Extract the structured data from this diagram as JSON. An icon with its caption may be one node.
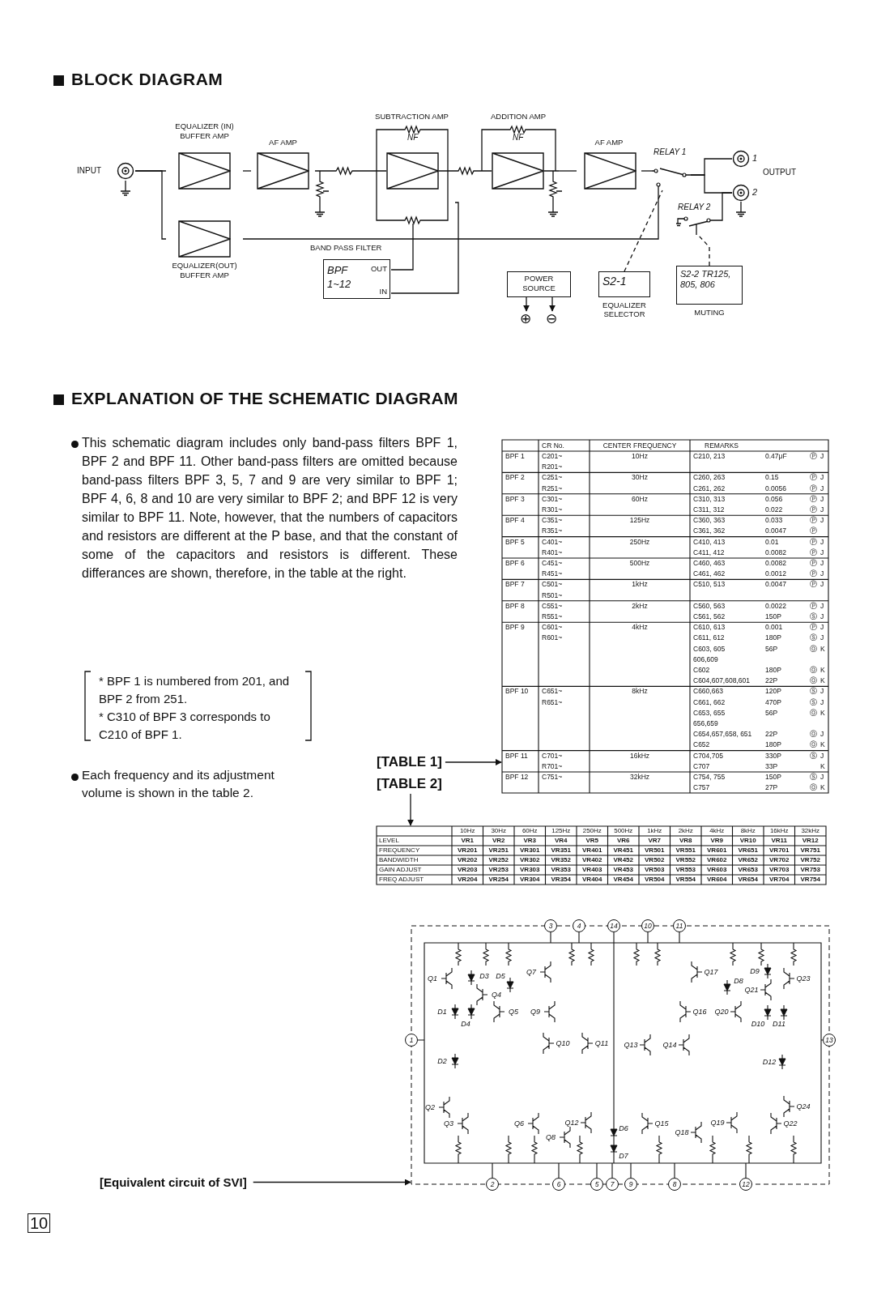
{
  "diagram": {
    "title": "BLOCK DIAGRAM",
    "nodes": [
      {
        "text": [],
        "shape": "circle",
        "beside": [
          "INPUT"
        ]
      },
      {
        "text": [
          "EQUALIZER (IN) BUFFER AMP"
        ]
      },
      {
        "text": [
          "AF AMP"
        ]
      },
      {
        "text": [
          "SUBTRACTION AMP"
        ]
      },
      {
        "text": [
          "ADDITION AMP"
        ]
      },
      {
        "text": [
          "AF AMP"
        ]
      },
      {
        "text": [
          "RELAY 1"
        ]
      },
      {
        "text": [],
        "shape": "circle",
        "beside": [
          "1"
        ]
      },
      {
        "text": [],
        "shape": "circle",
        "beside": [
          "2"
        ]
      },
      {
        "text": [
          "RELAY 2"
        ]
      },
      {
        "text": [
          "EQUALIZER(OUT) BUFFER AMP"
        ]
      },
      {
        "text": [
          "BAND PASS FILTER",
          "BPF 1~12",
          "OUT",
          "IN"
        ]
      },
      {
        "text": [
          "POWER SOURCE"
        ]
      },
      {
        "text": [
          "S2-1"
        ],
        "beside": [
          "EQUALIZER SELECTOR"
        ]
      },
      {
        "text": [
          "S2-2 TR125, 805, 806"
        ],
        "beside": [
          "MUTING"
        ]
      },
      {
        "text": [
          "[TABLE 1]"
        ]
      },
      {
        "text": [
          "[TABLE 2]"
        ]
      },
      {
        "text": [
          "3"
        ]
      },
      {
        "text": [
          "4"
        ]
      },
      {
        "text": [
          "14"
        ]
      },
      {
        "text": [
          "10"
        ]
      },
      {
        "text": [
          "11"
        ]
      },
      {
        "text": [
          "1"
        ]
      },
      {
        "text": [
          "13"
        ]
      },
      {
        "text": [
          "2"
        ]
      },
      {
        "text": [
          "6"
        ]
      },
      {
        "text": [
          "5"
        ]
      },
      {
        "text": [
          "7"
        ]
      },
      {
        "text": [
          "9"
        ]
      },
      {
        "text": [
          "8"
        ]
      },
      {
        "text": [
          "12"
        ]
      },
      {
        "text": [
          "[Equivalent circuit of SVI]"
        ]
      },
      {
        "text": [
          "⊕"
        ]
      },
      {
        "text": [
          "⊖"
        ]
      },
      {
        "text": [],
        "shape": "box"
      },
      {
        "text": [],
        "shape": "box"
      },
      {
        "text": [],
        "shape": "picture"
      }
    ],
    "edges": [
      {
        "from": 0,
        "to": 1,
        "arrow": "none"
      },
      {
        "from": 0,
        "to": 10,
        "arrow": "none"
      },
      {
        "from": 1,
        "to": 2,
        "arrow": "none"
      },
      {
        "from": 2,
        "to": 3,
        "arrow": "none"
      },
      {
        "from": 3,
        "to": 4,
        "arrow": "none"
      },
      {
        "from": 4,
        "to": 5,
        "arrow": "none"
      },
      {
        "from": 5,
        "to": 6,
        "arrow": "none"
      },
      {
        "from": 6,
        "to": 7,
        "arrow": "none"
      },
      {
        "from": 6,
        "to": 8,
        "arrow": "none"
      },
      {
        "from": 10,
        "to": 6,
        "arrow": "none"
      },
      {
        "from": 9,
        "to": 8,
        "arrow": "none"
      },
      {
        "from": 3,
        "to": 11,
        "arrow": "none"
      },
      {
        "from": 11,
        "to": 3,
        "arrow": "none"
      },
      {
        "from": 13,
        "to": 6,
        "arrow": "none",
        "style": "dashed"
      },
      {
        "from": 14,
        "to": 9,
        "arrow": "none",
        "style": "dashed"
      },
      {
        "from": 12,
        "to": 32,
        "arrow": "to"
      },
      {
        "from": 12,
        "to": 33,
        "arrow": "to"
      },
      {
        "from": 15,
        "to": 34,
        "arrow": "to"
      },
      {
        "from": 16,
        "to": 35,
        "arrow": "to"
      },
      {
        "from": 31,
        "to": 36,
        "arrow": "to"
      }
    ],
    "labels": [
      "NF",
      "NF",
      "OUTPUT",
      "EXPLANATION OF THE SCHEMATIC DIAGRAM",
      "This schematic diagram includes only band-pass filters BPF 1, BPF 2 and BPF 11. Other band-pass filters are omitted because band-pass filters BPF 3, 5, 7 and 9 are very similar to BPF 1; BPF 4, 6, 8 and 10 are very similar to BPF 2; and BPF 12 is very similar to BPF 11. Note, however, that the numbers of capacitors and resistors are different at the P base, and that the constant of some of the capacitors and resistors is different. These differances are shown, therefore, in the table at the right.",
      "* BPF 1 is numbered from 201, and BPF 2 from 251.",
      "* C310 of BPF 3 corresponds to C210 of BPF 1.",
      "Each frequency and its adjustment volume is shown in the table 2.",
      "CR No.",
      "CENTER FREQUENCY",
      "REMARKS",
      "BPF 1",
      "C201~",
      "R201~",
      "10Hz",
      "C210, 213",
      "0.47μF",
      "Ⓟ",
      "J",
      "BPF 2",
      "C251~",
      "R251~",
      "30Hz",
      "C260, 263",
      "0.15",
      "Ⓟ",
      "J",
      "C261, 262",
      "0.0056",
      "Ⓟ",
      "J",
      "BPF 3",
      "C301~",
      "R301~",
      "60Hz",
      "C310, 313",
      "0.056",
      "Ⓟ",
      "J",
      "C311, 312",
      "0.022",
      "Ⓟ",
      "J",
      "BPF 4",
      "C351~",
      "R351~",
      "125Hz",
      "C360, 363",
      "0.033",
      "Ⓟ",
      "J",
      "C361, 362",
      "0.0047",
      "Ⓟ",
      "BPF 5",
      "C401~",
      "R401~",
      "250Hz",
      "C410, 413",
      "0.01",
      "Ⓟ",
      "J",
      "C411, 412",
      "0.0082",
      "Ⓟ",
      "J",
      "BPF 6",
      "C451~",
      "R451~",
      "500Hz",
      "C460, 463",
      "0.0082",
      "Ⓟ",
      "J",
      "C461, 462",
      "0.0012",
      "Ⓟ",
      "J",
      "BPF 7",
      "C501~",
      "R501~",
      "1kHz",
      "C510, 513",
      "0.0047",
      "Ⓟ",
      "J",
      "BPF 8",
      "C551~",
      "R551~",
      "2kHz",
      "C560, 563",
      "0.0022",
      "Ⓟ",
      "J",
      "C561, 562",
      "150P",
      "Ⓢ",
      "J",
      "BPF 9",
      "C601~",
      "R601~",
      "4kHz",
      "C610, 613",
      "0.001",
      "Ⓟ",
      "J",
      "C611, 612",
      "180P",
      "Ⓢ",
      "J",
      "C603, 605 606,609",
      "56P",
      "Ⓞ",
      "K",
      "C602",
      "180P",
      "Ⓞ",
      "K",
      "C604,607,608,601",
      "22P",
      "Ⓞ",
      "K",
      "BPF 10",
      "C651~",
      "R651~",
      "8kHz",
      "C660,663",
      "120P",
      "Ⓢ",
      "J",
      "C661, 662",
      "470P",
      "Ⓢ",
      "J",
      "C653, 655 656,659",
      "56P",
      "Ⓞ",
      "K",
      "C654,657,658, 651",
      "22P",
      "Ⓞ",
      "J",
      "C652",
      "180P",
      "Ⓞ",
      "K",
      "BPF 11",
      "C701~",
      "R701~",
      "16kHz",
      "C704,705",
      "330P",
      "Ⓢ",
      "J",
      "C707",
      "33P",
      "K",
      "BPF 12",
      "C751~",
      "32kHz",
      "C754, 755",
      "150P",
      "Ⓢ",
      "J",
      "C757",
      "27P",
      "Ⓞ",
      "K",
      "10Hz",
      "30Hz",
      "60Hz",
      "125Hz",
      "250Hz",
      "500Hz",
      "1kHz",
      "2kHz",
      "4kHz",
      "8kHz",
      "16kHz",
      "32kHz",
      "LEVEL",
      "VR1",
      "VR2",
      "VR3",
      "VR4",
      "VR5",
      "VR6",
      "VR7",
      "VR8",
      "VR9",
      "VR10",
      "VR11",
      "VR12",
      "FREQUENCY",
      "VR201",
      "VR251",
      "VR301",
      "VR351",
      "VR401",
      "VR451",
      "VR501",
      "VR551",
      "VR601",
      "VR651",
      "VR701",
      "VR751",
      "BANDWIDTH",
      "VR202",
      "VR252",
      "VR302",
      "VR352",
      "VR402",
      "VR452",
      "VR502",
      "VR552",
      "VR602",
      "VR652",
      "VR702",
      "VR752",
      "GAIN ADJUST",
      "VR203",
      "VR253",
      "VR303",
      "VR353",
      "VR403",
      "VR453",
      "VR503",
      "VR553",
      "VR603",
      "VR653",
      "VR703",
      "VR753",
      "FREQ ADJUST",
      "VR204",
      "VR254",
      "VR304",
      "VR354",
      "VR404",
      "VR454",
      "VR504",
      "VR554",
      "VR604",
      "VR654",
      "VR704",
      "VR754",
      "Q1",
      "Q2",
      "Q3",
      "Q4",
      "Q5",
      "Q6",
      "Q7",
      "Q8",
      "Q9",
      "Q10",
      "Q11",
      "Q12",
      "Q13",
      "Q14",
      "Q15",
      "Q16",
      "Q17",
      "Q18",
      "Q19",
      "Q20",
      "Q21",
      "Q22",
      "Q23",
      "Q24",
      "D1",
      "D2",
      "D3",
      "D4",
      "D5",
      "D6",
      "D7",
      "D8",
      "D9",
      "D10",
      "D11",
      "D12",
      "10"
    ]
  }
}
